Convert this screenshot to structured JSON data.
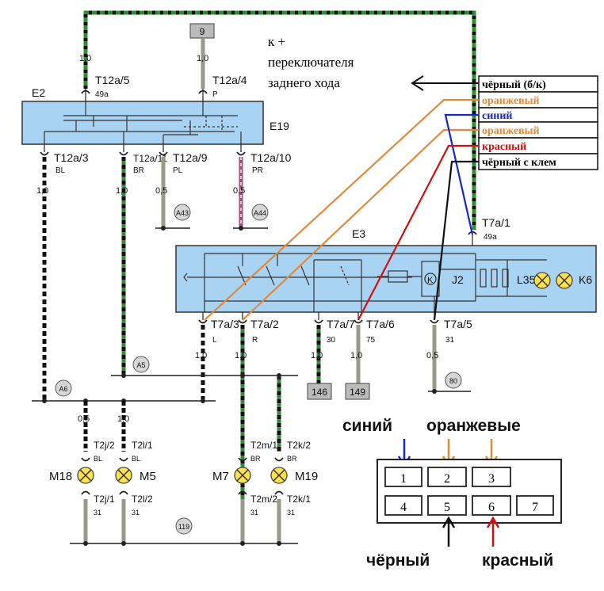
{
  "colors": {
    "block_fill": "#a9d3f2",
    "wire_green": "#2f8f2f",
    "wire_black": "#111111",
    "wire_grey": "#9a9a88",
    "wire_violet": "#a0507a",
    "orange": "#e08a3c",
    "blue": "#1528c8",
    "red": "#d01010",
    "lamp": "#ffe14a"
  },
  "top_connector": "9",
  "note": [
    "к +",
    "переключателя",
    "заднего хода"
  ],
  "legend": [
    {
      "text": "чёрный (б/к)",
      "color": "#000000"
    },
    {
      "text": "оранжевый",
      "color": "#e08a3c"
    },
    {
      "text": "синий",
      "color": "#1528c8"
    },
    {
      "text": "оранжевый",
      "color": "#e08a3c"
    },
    {
      "text": "красный",
      "color": "#d01010"
    },
    {
      "text": "чёрный с клем",
      "color": "#000000"
    }
  ],
  "e2": {
    "label": "E2",
    "label19": "E19",
    "top_pins": [
      {
        "name": "T12a/5",
        "sig": "49a",
        "gauge": "1,0"
      },
      {
        "name": "T12a/4",
        "sig": "P",
        "gauge": "1,0"
      }
    ],
    "bottom_pins": [
      {
        "name": "T12a/3",
        "sig": "BL",
        "gauge": "1,0"
      },
      {
        "name": "T12a/11",
        "sig": "BR",
        "gauge": "1,0"
      },
      {
        "name": "T12a/9",
        "sig": "PL",
        "gauge": "0,5"
      },
      {
        "name": "T12a/10",
        "sig": "PR",
        "gauge": "0,5"
      }
    ],
    "grounds": [
      "A43",
      "A44"
    ]
  },
  "e3": {
    "label": "E3",
    "relay": "J2",
    "resistor": "L35",
    "lamp": "K6",
    "top_pin": {
      "name": "T7a/1",
      "sig": "49a"
    },
    "bottom_pins": [
      {
        "name": "T7a/3",
        "sig": "L",
        "gauge": "1,0"
      },
      {
        "name": "T7a/2",
        "sig": "R",
        "gauge": "1,0"
      },
      {
        "name": "T7a/7",
        "sig": "30",
        "gauge": "1,0"
      },
      {
        "name": "T7a/6",
        "sig": "75",
        "gauge": "1,0"
      },
      {
        "name": "T7a/5",
        "sig": "31",
        "gauge": "0,5"
      }
    ],
    "boxes": [
      "146",
      "149"
    ],
    "ground": "80"
  },
  "nodes": [
    "A5",
    "A6"
  ],
  "lamps": [
    {
      "name": "M18",
      "top_pin": "T2j/2",
      "top_sig": "BL",
      "bottom_pin": "T2j/1",
      "bottom_sig": "31",
      "gauge": "0,5"
    },
    {
      "name": "M5",
      "top_pin": "T2l/1",
      "top_sig": "BL",
      "bottom_pin": "T2l/2",
      "bottom_sig": "31",
      "gauge": "1,0"
    },
    {
      "name": "M7",
      "top_pin": "T2m/1",
      "top_sig": "BR",
      "bottom_pin": "T2m/2",
      "bottom_sig": "31",
      "gauge": ""
    },
    {
      "name": "M19",
      "top_pin": "T2k/2",
      "top_sig": "BR",
      "bottom_pin": "T2k/1",
      "bottom_sig": "31",
      "gauge": ""
    }
  ],
  "ground_ref": "119",
  "connector_diagram": {
    "top_labels": {
      "blue": "синий",
      "orange": "оранжевые"
    },
    "bottom_labels": {
      "black": "чёрный",
      "red": "красный"
    },
    "pins": [
      "1",
      "2",
      "3",
      "4",
      "5",
      "6",
      "7"
    ]
  }
}
